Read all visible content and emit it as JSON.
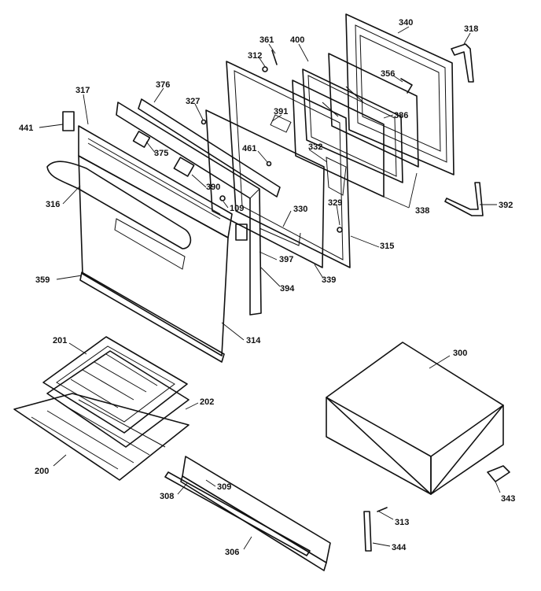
{
  "diagram": {
    "labels": {
      "p340": "340",
      "p318": "318",
      "p361": "361",
      "p400": "400",
      "p312": "312",
      "p356": "356",
      "p376": "376",
      "p317": "317",
      "p327": "327",
      "p391": "391",
      "p386": "386",
      "p441": "441",
      "p375": "375",
      "p461": "461",
      "p332": "332",
      "p316": "316",
      "p390": "390",
      "p109": "109",
      "p329": "329",
      "p330": "330",
      "p392": "392",
      "p338": "338",
      "p315": "315",
      "p397": "397",
      "p359": "359",
      "p339": "339",
      "p394": "394",
      "p314": "314",
      "p201": "201",
      "p300": "300",
      "p202": "202",
      "p200": "200",
      "p309": "309",
      "p308": "308",
      "p343": "343",
      "p313": "313",
      "p306": "306",
      "p344": "344"
    }
  }
}
